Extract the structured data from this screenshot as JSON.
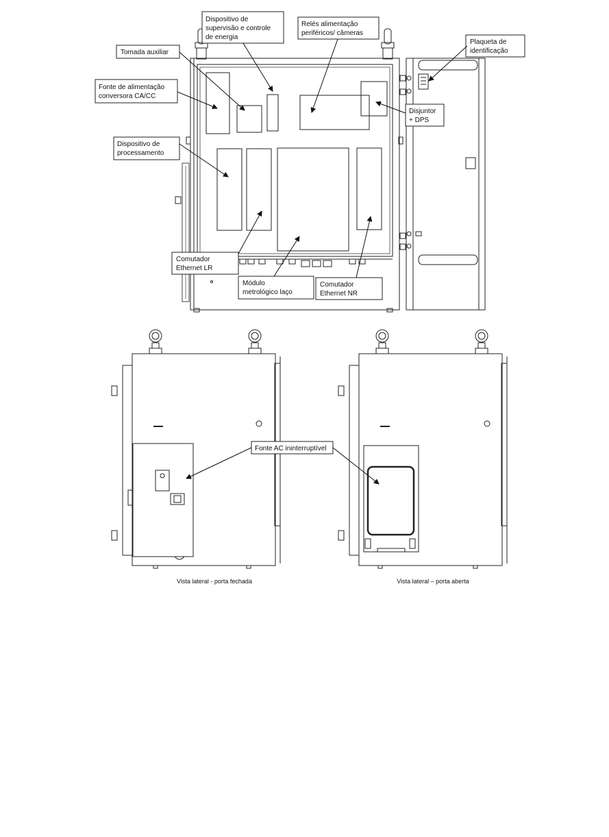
{
  "front_view": {
    "labels": {
      "supervision_device": [
        "Dispositivo de",
        "supervisão e controle",
        "de energia"
      ],
      "relays": [
        "Relés alimentação",
        "periféricos/ câmeras"
      ],
      "id_plate": [
        "Plaqueta de",
        "identificação"
      ],
      "aux_socket": [
        "Tomada auxiliar"
      ],
      "power_supply": [
        "Fonte de alimentação",
        "conversora CA/CC"
      ],
      "breaker": [
        "Disjuntor",
        "+ DPS"
      ],
      "processing_device": [
        "Dispositivo de",
        "processamento"
      ],
      "ethernet_lr": [
        "Comutador",
        "Ethernet LR"
      ],
      "metrology_module": [
        "Módulo",
        "metrológico laço"
      ],
      "ethernet_nr": [
        "Comutador",
        "Ethernet NR"
      ]
    }
  },
  "side_views": {
    "ups_label": "Fonte AC ininterruptível",
    "caption_closed": "Vista lateral - porta fechada",
    "caption_open": "Vista lateral – porta aberta"
  }
}
